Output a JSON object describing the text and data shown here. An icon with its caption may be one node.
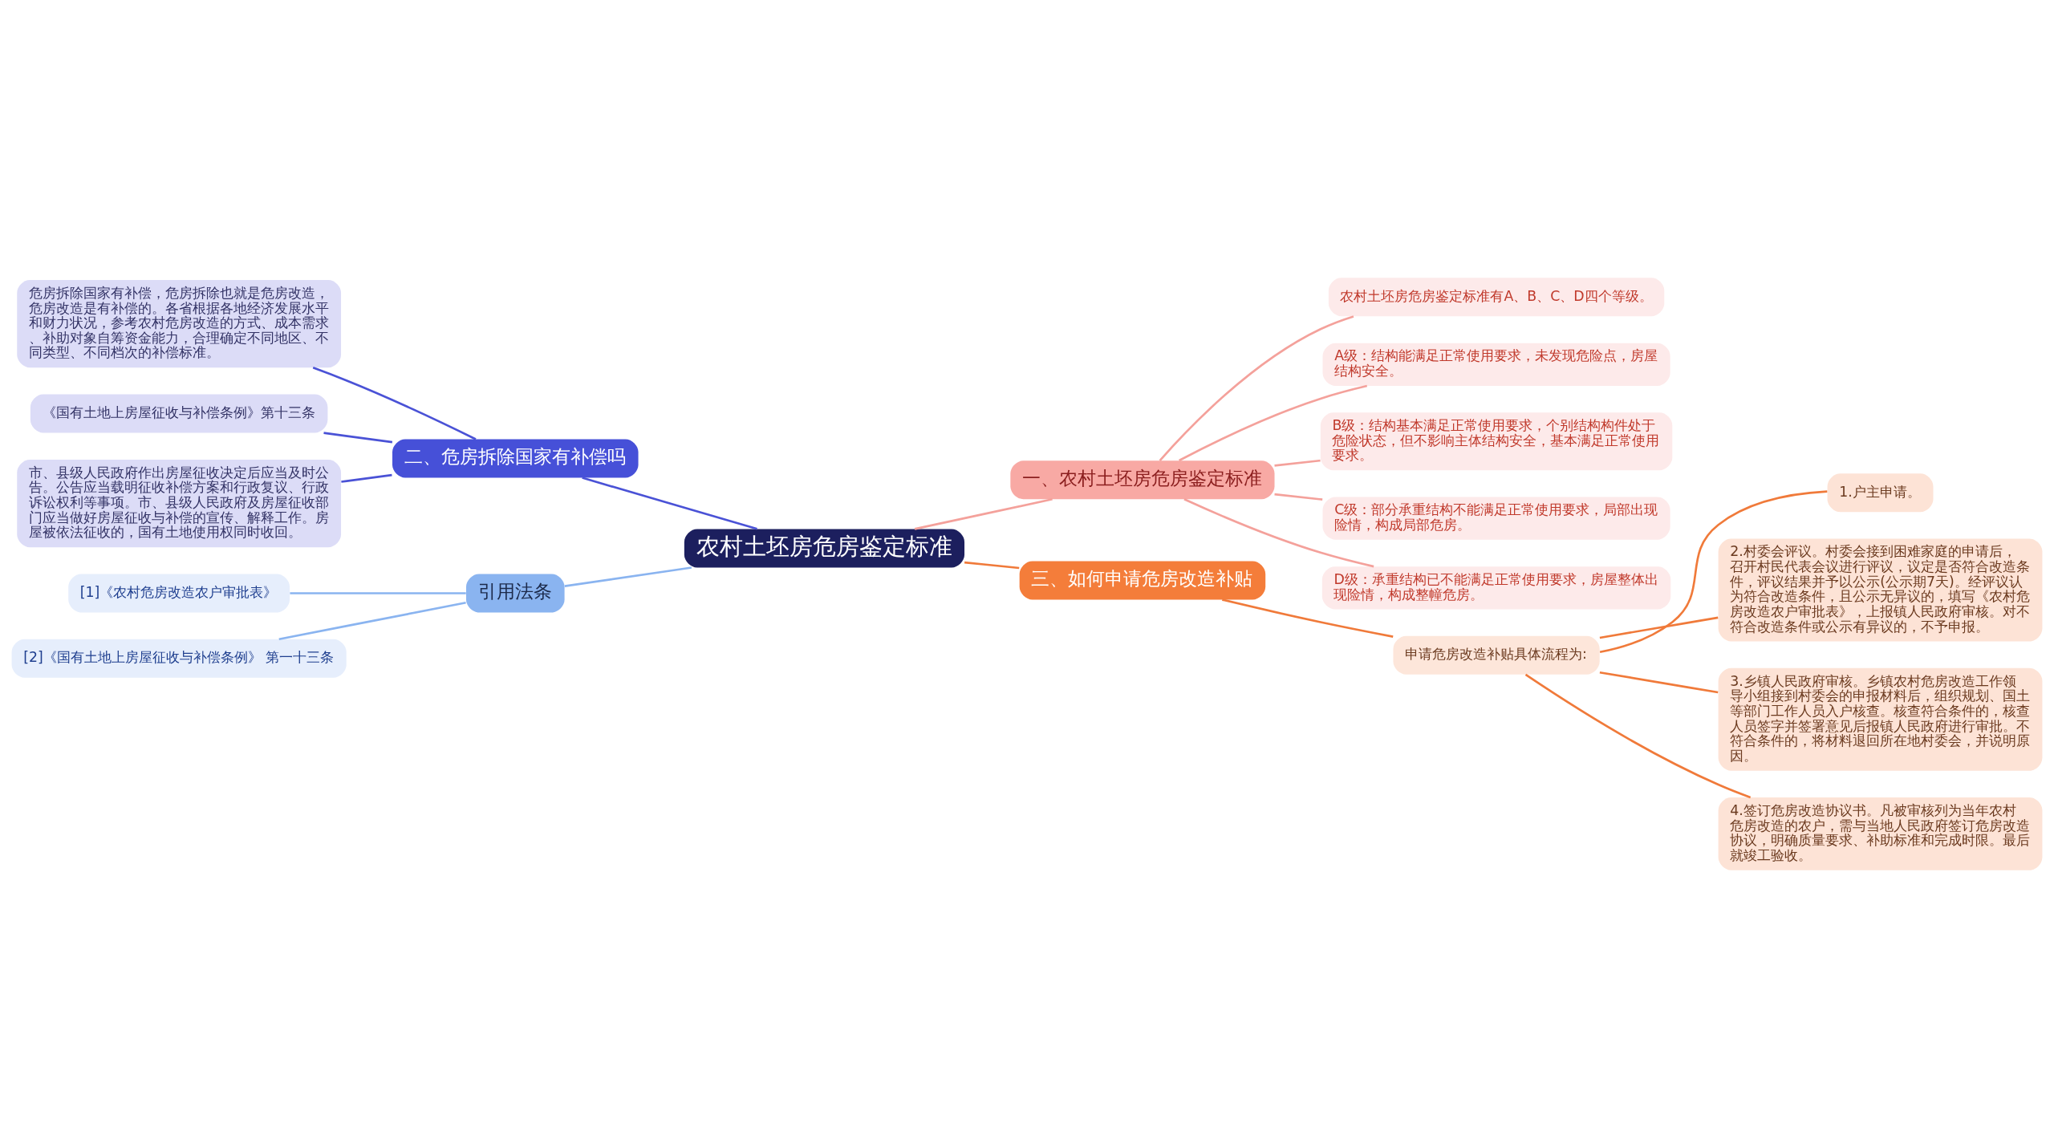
{
  "diagram": {
    "nodes": [
      {
        "text": [
          "农村土坯房危房鉴定标准"
        ]
      },
      {
        "text": [
          "一、农村土坯房危房鉴定标准"
        ]
      },
      {
        "text": [
          "农村土坯房危房鉴定标准有A、B、C、D四个等级。"
        ]
      },
      {
        "text": [
          "A级：结构能满足正常使用要求，未发现危险点，房屋结构安全。"
        ]
      },
      {
        "text": [
          "B级：结构基本满足正常使用要求，个别结构构件处于危险状态，但不影响主体结构安全，基本满足正常使用要求。"
        ]
      },
      {
        "text": [
          "C级：部分承重结构不能满足正常使用要求，局部出现险情，构成局部危房。"
        ]
      },
      {
        "text": [
          "D级：承重结构已不能满足正常使用要求，房屋整体出现险情，构成整幢危房。"
        ]
      },
      {
        "text": [
          "三、如何申请危房改造补贴"
        ]
      },
      {
        "text": [
          "申请危房改造补贴具体流程为:"
        ]
      },
      {
        "text": [
          "1.户主申请。"
        ]
      },
      {
        "text": [
          "2.村委会评议。村委会接到困难家庭的申请后，召开村民代表会议进行评议，议定是否符合改造条件，评议结果并予以公示(公示期7天)。经评议认为符合改造条件，且公示无异议的，填写《农村危房改造农户审批表》，上报镇人民政府审核。对不符合改造条件或公示有异议的，不予申报。"
        ]
      },
      {
        "text": [
          "3.乡镇人民政府审核。乡镇农村危房改造工作领导小组接到村委会的申报材料后，组织规划、国土等部门工作人员入户核查。核查符合条件的，核查人员签字并签署意见后报镇人民政府进行审批。不符合条件的，将材料退回所在地村委会，并说明原因。"
        ]
      },
      {
        "text": [
          "4.签订危房改造协议书。凡被审核列为当年农村危房改造的农户，需与当地人民政府签订危房改造协议，明确质量要求、补助标准和完成时限。最后就竣工验收。"
        ]
      },
      {
        "text": [
          "二、危房拆除国家有补偿吗"
        ]
      },
      {
        "text": [
          "危房拆除国家有补偿，危房拆除也就是危房改造，危房改造是有补偿的。各省根据各地经济发展水平和财力状况，参考农村危房改造的方式、成本需求、补助对象自筹资金能力，合理确定不同地区、不同类型、不同档次的补偿标准。"
        ]
      },
      {
        "text": [
          "《国有土地上房屋征收与补偿条例》第十三条"
        ]
      },
      {
        "text": [
          "市、县级人民政府作出房屋征收决定后应当及时公告。公告应当载明征收补偿方案和行政复议、行政诉讼权利等事项。市、县级人民政府及房屋征收部门应当做好房屋征收与补偿的宣传、解释工作。房屋被依法征收的，国有土地使用权同时收回。"
        ]
      },
      {
        "text": [
          "引用法条"
        ]
      },
      {
        "text": [
          "[1]《农村危房改造农户审批表》"
        ]
      },
      {
        "text": [
          "[2]《国有土地上房屋征收与补偿条例》 第一十三条"
        ]
      }
    ],
    "edges": [
      {
        "from": 0,
        "to": 1,
        "arrow": "none",
        "color": "#f4a19b"
      },
      {
        "from": 1,
        "to": 2,
        "arrow": "none",
        "color": "#f4a19b"
      },
      {
        "from": 1,
        "to": 3,
        "arrow": "none",
        "color": "#f4a19b"
      },
      {
        "from": 1,
        "to": 4,
        "arrow": "none",
        "color": "#f4a19b"
      },
      {
        "from": 1,
        "to": 5,
        "arrow": "none",
        "color": "#f4a19b"
      },
      {
        "from": 1,
        "to": 6,
        "arrow": "none",
        "color": "#f4a19b"
      },
      {
        "from": 0,
        "to": 7,
        "arrow": "none",
        "color": "#f07a3a"
      },
      {
        "from": 7,
        "to": 8,
        "arrow": "none",
        "color": "#f07a3a"
      },
      {
        "from": 8,
        "to": 9,
        "arrow": "none",
        "color": "#f07a3a"
      },
      {
        "from": 8,
        "to": 10,
        "arrow": "none",
        "color": "#f07a3a"
      },
      {
        "from": 8,
        "to": 11,
        "arrow": "none",
        "color": "#f07a3a"
      },
      {
        "from": 8,
        "to": 12,
        "arrow": "none",
        "color": "#f07a3a"
      },
      {
        "from": 0,
        "to": 13,
        "arrow": "none",
        "color": "#4a52d6"
      },
      {
        "from": 13,
        "to": 14,
        "arrow": "none",
        "color": "#4a52d6"
      },
      {
        "from": 13,
        "to": 15,
        "arrow": "none",
        "color": "#4a52d6"
      },
      {
        "from": 13,
        "to": 16,
        "arrow": "none",
        "color": "#4a52d6"
      },
      {
        "from": 0,
        "to": 17,
        "arrow": "none",
        "color": "#8ab4f0"
      },
      {
        "from": 17,
        "to": 18,
        "arrow": "none",
        "color": "#8ab4f0"
      },
      {
        "from": 17,
        "to": 19,
        "arrow": "none",
        "color": "#8ab4f0"
      }
    ]
  }
}
